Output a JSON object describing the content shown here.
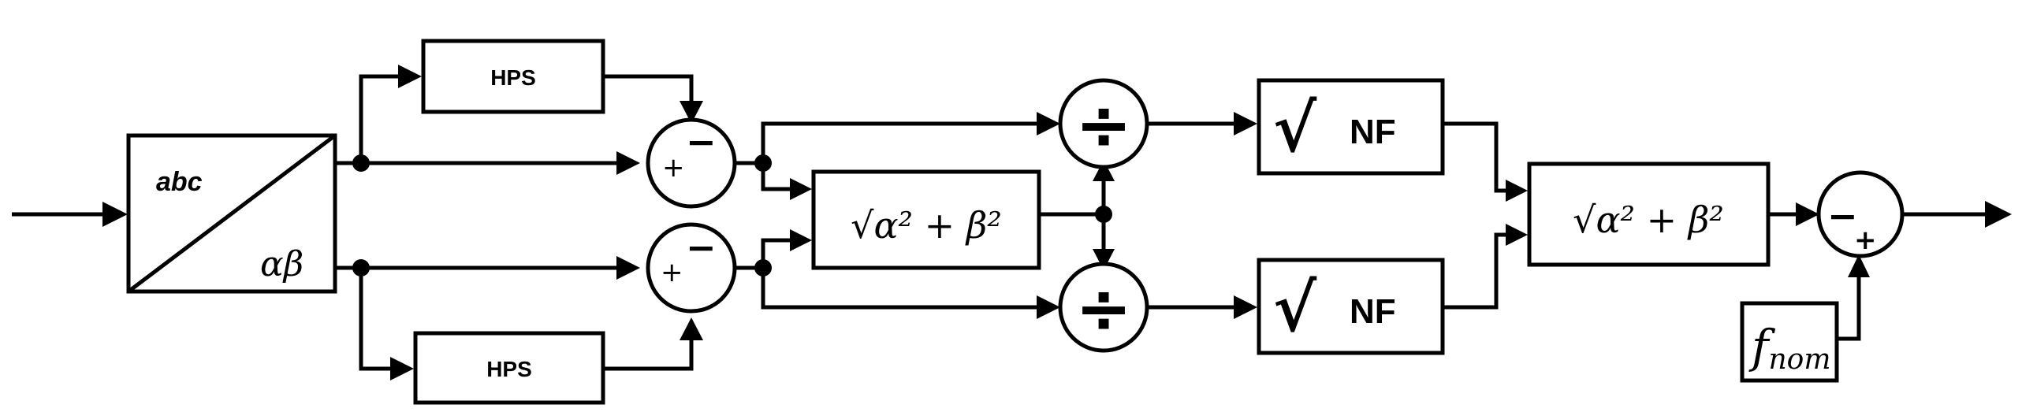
{
  "blocks": {
    "transform_in": "abc",
    "transform_out": "αβ",
    "hps_top": "HPS",
    "hps_bottom": "HPS",
    "magnitude_mid": "√α² + β²",
    "magnitude_out": "√α² + β²",
    "nf_top_sym": "√",
    "nf_top": "NF",
    "nf_bottom_sym": "√",
    "nf_bottom": "NF",
    "f_nom_f": "f",
    "f_nom_sub": "nom"
  },
  "signs": {
    "sum_top_plus": "+",
    "sum_top_minus": "−",
    "sum_bottom_plus": "+",
    "sum_bottom_minus": "−",
    "sum_out_minus": "−",
    "sum_out_plus": "+"
  },
  "operators": {
    "divide_top": "÷",
    "divide_bottom": "÷"
  }
}
